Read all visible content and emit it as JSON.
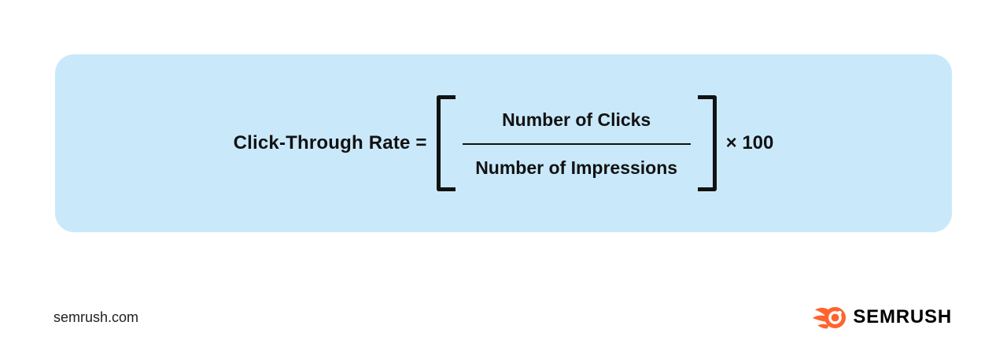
{
  "panel": {
    "formula": {
      "lhs": "Click-Through Rate =",
      "numerator": "Number of Clicks",
      "denominator": "Number of Impressions",
      "multiplier": "× 100"
    }
  },
  "footer": {
    "site_url": "semrush.com",
    "brand_name": "SEMRUSH"
  },
  "colors": {
    "page_bg": "#FFFFFF",
    "panel_bg": "#C9E9FB",
    "text": "#121212",
    "brand_orange": "#FF642D",
    "brand_black": "#000000"
  }
}
